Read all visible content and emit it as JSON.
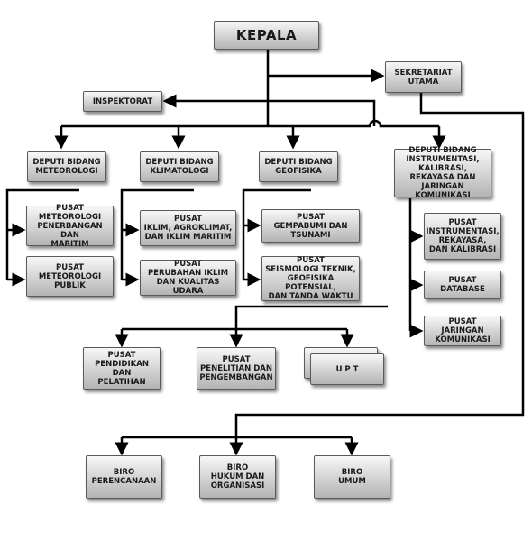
{
  "nodes": {
    "kepala": "KEPALA",
    "sekretariat": "SEKRETARIAT\nUTAMA",
    "inspektorat": "INSPEKTORAT",
    "deputi_meteorologi": "DEPUTI BIDANG\nMETEOROLOGI",
    "deputi_klimatologi": "DEPUTI BIDANG\nKLIMATOLOGI",
    "deputi_geofisika": "DEPUTI BIDANG\nGEOFISIKA",
    "deputi_instrumentasi": "DEPUTI BIDANG\nINSTRUMENTASI, KALIBRASI,\nREKAYASA DAN JARINGAN\nKOMUNIKASI",
    "pusat_met_penerbangan": "PUSAT\nMETEOROLOGI\nPENERBANGAN DAN\nMARITIM",
    "pusat_met_publik": "PUSAT\nMETEOROLOGI\nPUBLIK",
    "pusat_iklim": "PUSAT\nIKLIM, AGROKLIMAT,\nDAN IKLIM MARITIM",
    "pusat_perubahan_iklim": "PUSAT\nPERUBAHAN IKLIM\nDAN KUALITAS UDARA",
    "pusat_gempa": "PUSAT\nGEMPABUMI DAN\nTSUNAMI",
    "pusat_seismologi": "PUSAT\nSEISMOLOGI TEKNIK,\nGEOFISIKA POTENSIAL,\nDAN TANDA WAKTU",
    "pusat_instrumentasi": "PUSAT\nINSTRUMENTASI,\nREKAYASA,\nDAN KALIBRASI",
    "pusat_database": "PUSAT\nDATABASE",
    "pusat_jaringan": "PUSAT JARINGAN\nKOMUNIKASI",
    "pusat_pendidikan": "PUSAT\nPENDIDIKAN DAN\nPELATIHAN",
    "pusat_penelitian": "PUSAT\nPENELITIAN DAN\nPENGEMBANGAN",
    "upt": "U P T",
    "biro_perencanaan": "BIRO\nPERENCANAAN",
    "biro_hukum": "BIRO\nHUKUM DAN\nORGANISASI",
    "biro_umum": "BIRO\nUMUM"
  },
  "colors": {
    "line": "#000000",
    "box_top": "#f7f7f7",
    "box_bottom": "#b4b4b4",
    "box_border": "#5a5a5a"
  }
}
